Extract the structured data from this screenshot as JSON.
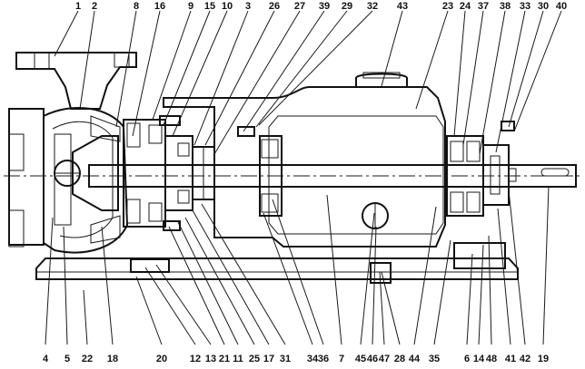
{
  "drawing": {
    "top_callouts": [
      "1",
      "2",
      "8",
      "16",
      "9",
      "15",
      "10",
      "3",
      "26",
      "27",
      "39",
      "29",
      "32",
      "43",
      "23",
      "24",
      "37",
      "38",
      "33",
      "30",
      "40"
    ],
    "bottom_callouts": [
      "4",
      "5",
      "22",
      "18",
      "20",
      "12",
      "13",
      "21",
      "11",
      "25",
      "17",
      "31",
      "34",
      "36",
      "7",
      "45",
      "46",
      "47",
      "28",
      "44",
      "35",
      "6",
      "14",
      "48",
      "41",
      "42",
      "19"
    ]
  }
}
